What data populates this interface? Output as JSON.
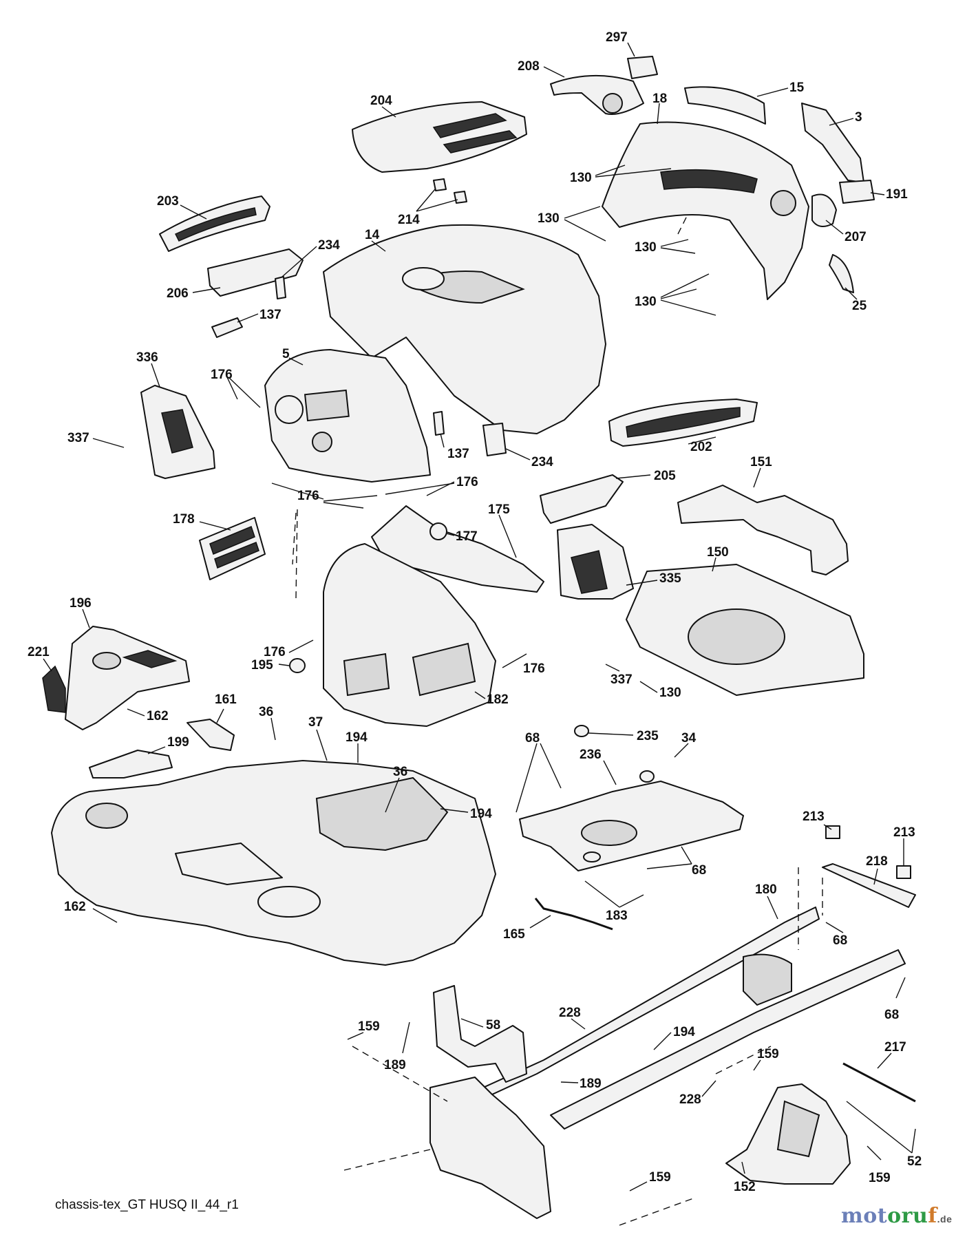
{
  "caption": "chassis-tex_GT HUSQ II_44_r1",
  "brand": {
    "parts": [
      "mot",
      "oru",
      "f"
    ],
    "tld": ".de",
    "colors": [
      "#6b7fb8",
      "#2e9a45",
      "#d07a2a"
    ]
  },
  "callouts": [
    "297",
    "208",
    "15",
    "18",
    "3",
    "204",
    "130",
    "191",
    "203",
    "214",
    "234",
    "14",
    "206",
    "207",
    "137",
    "25",
    "336",
    "5",
    "176",
    "337",
    "202",
    "205",
    "151",
    "178",
    "175",
    "177",
    "150",
    "335",
    "196",
    "195",
    "221",
    "162",
    "161",
    "199",
    "36",
    "37",
    "194",
    "68",
    "235",
    "34",
    "236",
    "213",
    "218",
    "183",
    "180",
    "165",
    "58",
    "228",
    "159",
    "189",
    "217",
    "152",
    "52",
    "182"
  ]
}
